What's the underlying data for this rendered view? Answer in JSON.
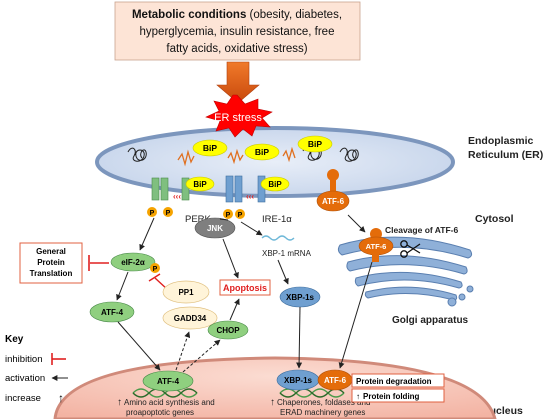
{
  "metabolic_box": {
    "line1_bold": "Metabolic conditions",
    "line1_rest": " (obesity, diabetes,",
    "line2": "hyperglycemia, insulin resistance, free",
    "line3": "fatty acids, oxidative stress)"
  },
  "er_stress_label": "ER stress",
  "bip_label": "BiP",
  "p_label": "P",
  "er_label": {
    "line1": "Endoplasmic",
    "line2": "Reticulum (ER)"
  },
  "cytosol_label": "Cytosol",
  "nucleus_label": "Nucleus",
  "golgi_label": "Golgi apparatus",
  "receptors": {
    "perk": "PERK",
    "ire1": "IRE-1α",
    "atf6": "ATF-6"
  },
  "cleavage_label": "Cleavage of ATF-6",
  "atf6_cleaved": "ATF-6",
  "general_box": {
    "line1": "General",
    "line2": "Protein",
    "line3": "Translation"
  },
  "eif2a": "eIF-2α",
  "jnk": "JNK",
  "xbp1_mrna": "XBP-1 mRNA",
  "pp1": "PP1",
  "gadd34": "GADD34",
  "apoptosis": "Apoptosis",
  "atf4": "ATF-4",
  "chop": "CHOP",
  "xbp1s": "XBP-1s",
  "nucleus_proteins": {
    "atf4": "ATF-4",
    "xbp1s": "XBP-1s",
    "atf6": "ATF-6"
  },
  "protein_deg_box": {
    "degradation": "Protein degradation",
    "folding_arrow": "↑",
    "folding": "Protein folding"
  },
  "gene_text_left": {
    "arrow": "↑",
    "line1": "Amino acid synthesis and",
    "line2": "proapoptotic genes"
  },
  "gene_text_right": {
    "arrow": "↑",
    "line1": "Chaperones, foldases and",
    "line2": "ERAD machinery genes"
  },
  "key": {
    "title": "Key",
    "inhibition": "inhibition",
    "activation": "activation",
    "increase": "increase",
    "increase_symbol": "↑"
  },
  "colors": {
    "er_fill": "#d9e3f1",
    "bip_yellow": "#ffff00",
    "receptor_green": "#7fbf7f",
    "receptor_blue": "#6f9fd0",
    "atf6_orange": "#e46c0a",
    "nucleus_fill": "#f8cbc0",
    "inhibition_red": "#e02020",
    "arrow_orange": "#e0501a",
    "phospho_orange": "#f5a300"
  }
}
